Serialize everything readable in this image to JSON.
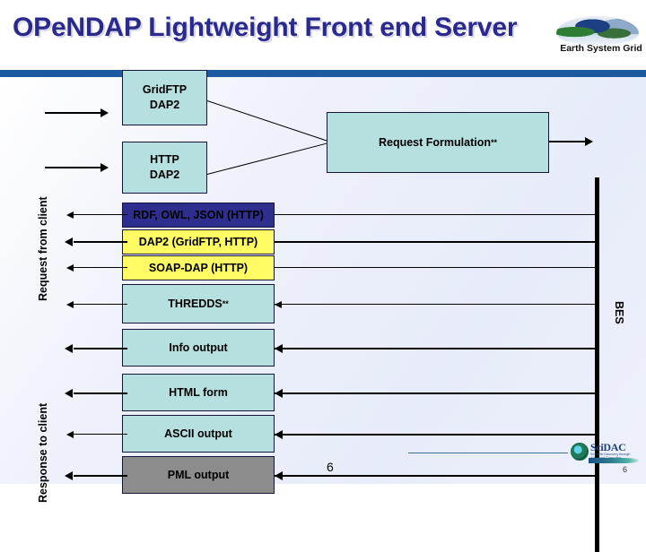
{
  "header": {
    "title": "OPeNDAP Lightweight Front end Server",
    "logo_name": "earth-system-grid-logo",
    "logo_caption": "Earth System Grid",
    "title_color": "#2a2a8c",
    "bar_color": "#1b5aa0"
  },
  "diagram": {
    "left_label_request": "Request from client",
    "left_label_response": "Response to client",
    "right_label": "BES",
    "colors": {
      "teal": "#b6dfdf",
      "navy": "#2e2e8f",
      "yellow": "#fffb62",
      "gray": "#8c8c8c",
      "outline": "#15153c"
    },
    "boxes": [
      {
        "id": "gridftp-dap2",
        "label": "GridFTP\nDAP2",
        "line1": "GridFTP",
        "line2": "DAP2",
        "fill": "teal",
        "direction": "request"
      },
      {
        "id": "http-dap2",
        "label": "HTTP\nDAP2",
        "line1": "HTTP",
        "line2": "DAP2",
        "fill": "teal",
        "direction": "request"
      },
      {
        "id": "rdf-owl-json",
        "label": "RDF, OWL, JSON (HTTP)",
        "fill": "navy",
        "direction": "response"
      },
      {
        "id": "dap2-gridftp-http",
        "label": "DAP2 (GridFTP, HTTP)",
        "fill": "yellow",
        "direction": "response"
      },
      {
        "id": "soap-dap-http",
        "label": "SOAP-DAP (HTTP)",
        "fill": "yellow",
        "direction": "response"
      },
      {
        "id": "thredds",
        "label": "THREDDS",
        "sup": "**",
        "fill": "teal",
        "direction": "response"
      },
      {
        "id": "info-output",
        "label": "Info output",
        "fill": "teal",
        "direction": "response"
      },
      {
        "id": "html-form",
        "label": "HTML form",
        "fill": "teal",
        "direction": "response"
      },
      {
        "id": "ascii-output",
        "label": "ASCII output",
        "fill": "teal",
        "direction": "response"
      },
      {
        "id": "pml-output",
        "label": "PML output",
        "fill": "gray",
        "direction": "response"
      }
    ],
    "request_formulation": {
      "label": "Request Formulation",
      "sup": "**",
      "fill": "teal"
    }
  },
  "footer": {
    "scidac_name": "scidac-logo",
    "scidac_word": "SciDAC",
    "scidac_sub": "Scientific Discovery through Advanced Computing",
    "slide_number": "6",
    "page_number": "6"
  }
}
